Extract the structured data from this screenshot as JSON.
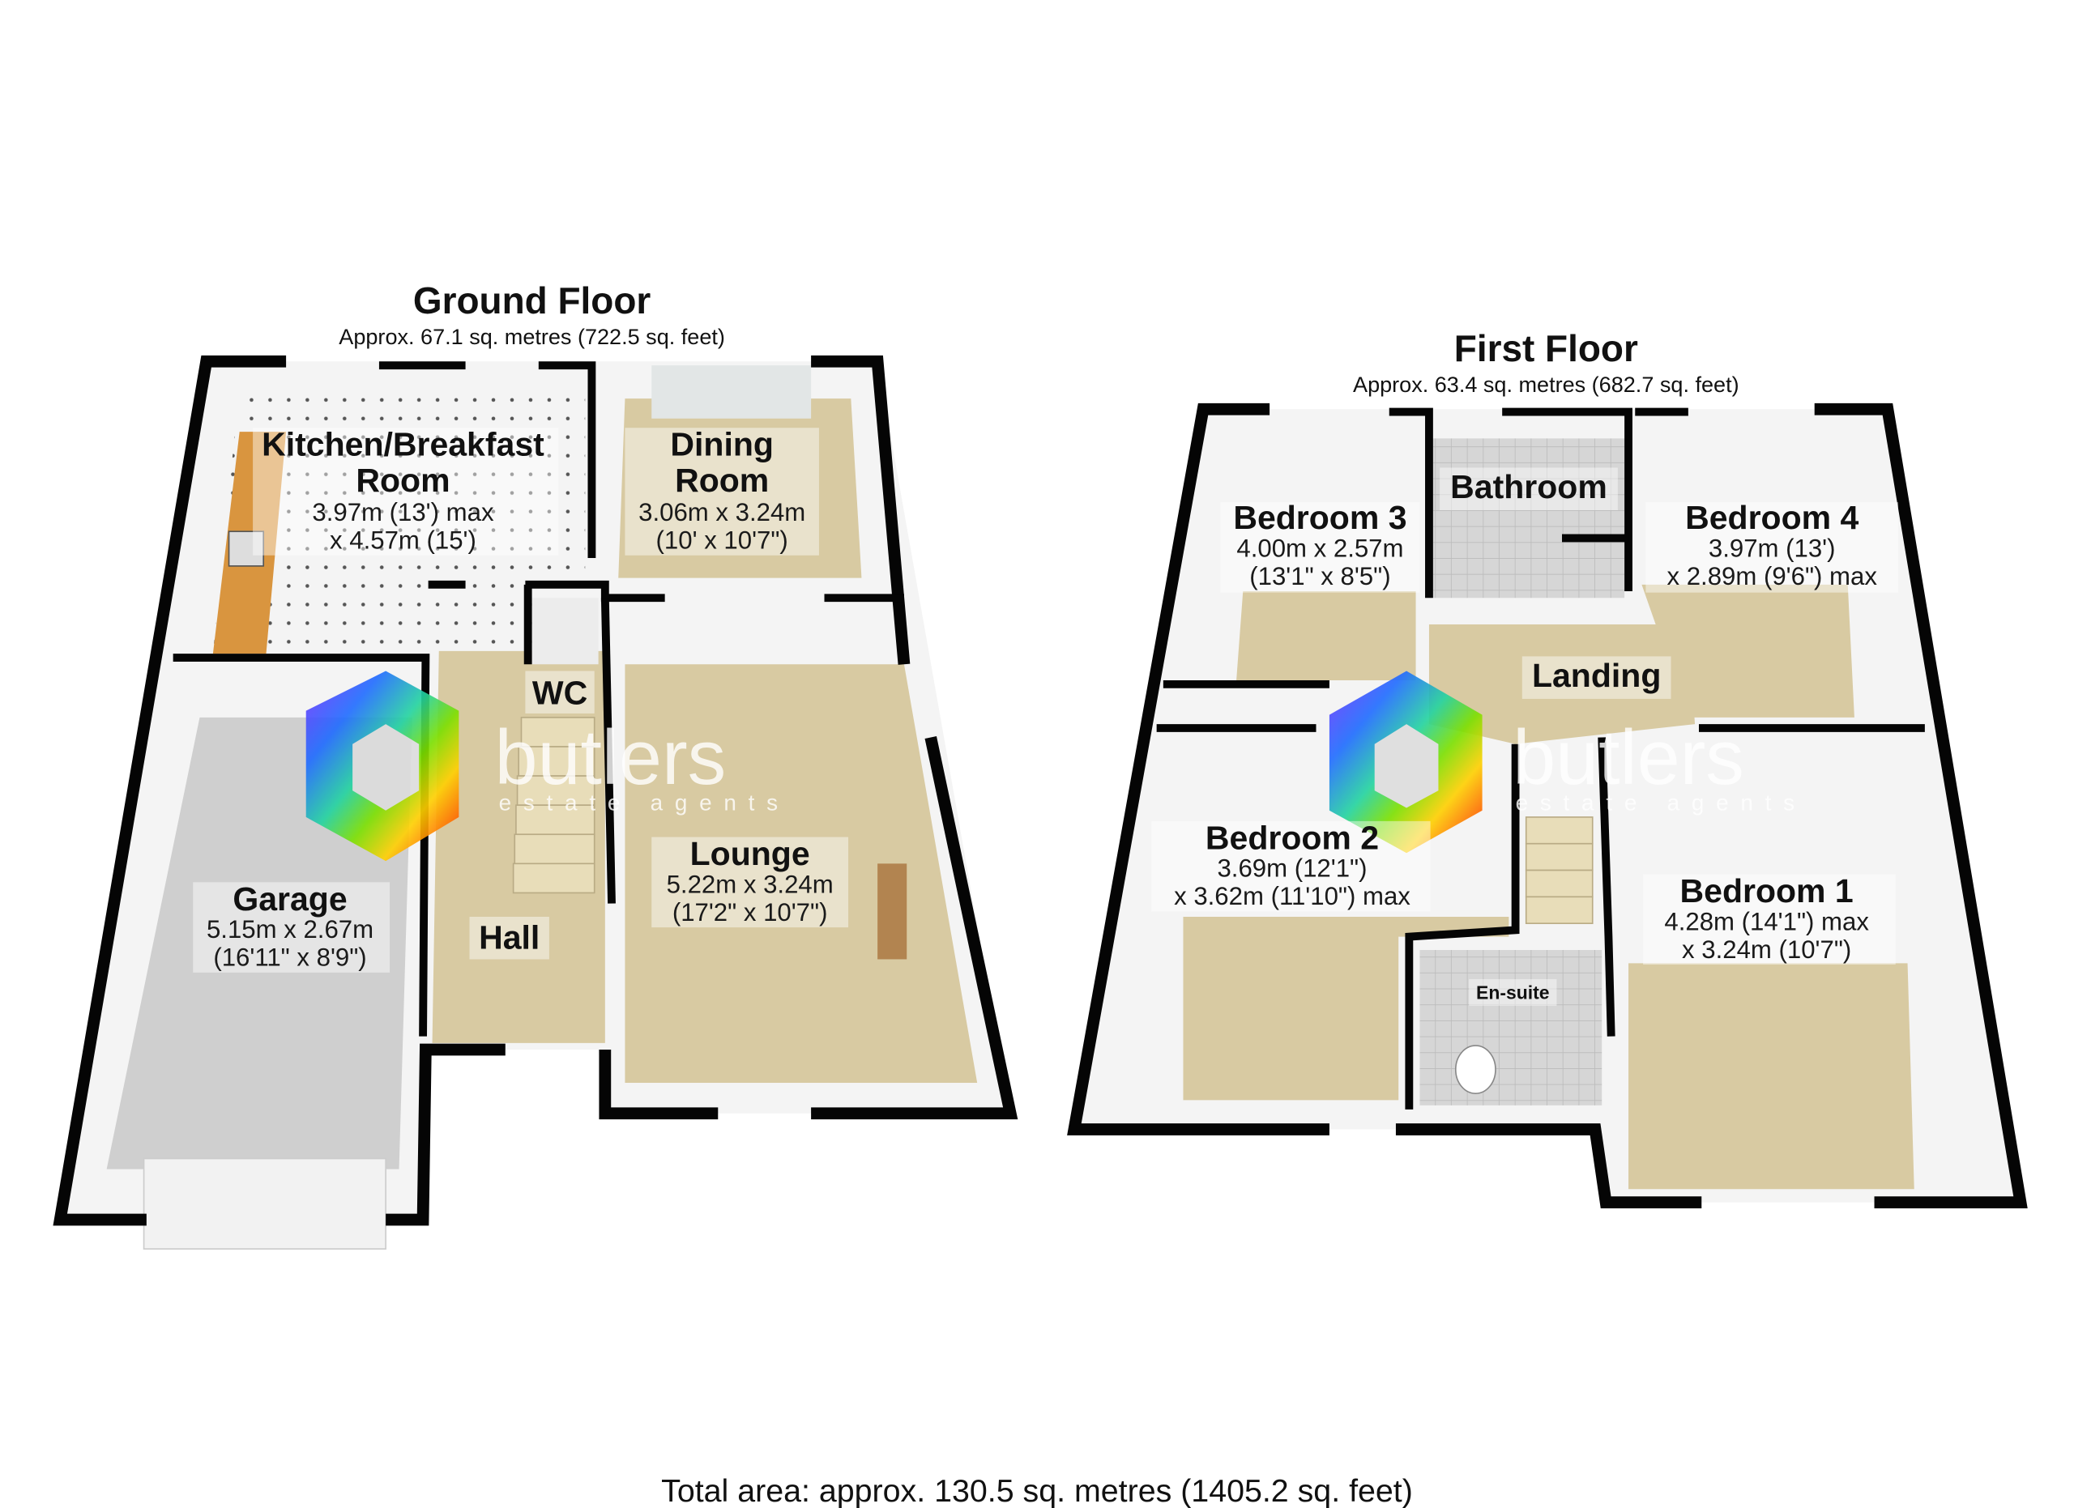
{
  "colors": {
    "wall": "#050505",
    "carpet": "#d8caa2",
    "tile": "#d9d9d9",
    "garage": "#cfcfcf",
    "kitchen_floor": "#f3f3f3",
    "worktop": "#d9953f"
  },
  "floors": [
    {
      "title": "Ground Floor",
      "area": "Approx. 67.1 sq. metres (722.5 sq. feet)",
      "rooms": [
        {
          "name": [
            "Kitchen/Breakfast",
            "Room"
          ],
          "dims": [
            "3.97m (13') max",
            "x 4.57m (15')"
          ]
        },
        {
          "name": [
            "Dining",
            "Room"
          ],
          "dims": [
            "3.06m x 3.24m",
            "(10' x 10'7\")"
          ]
        },
        {
          "name": [
            "WC"
          ],
          "dims": []
        },
        {
          "name": [
            "Lounge"
          ],
          "dims": [
            "5.22m x 3.24m",
            "(17'2\" x 10'7\")"
          ]
        },
        {
          "name": [
            "Garage"
          ],
          "dims": [
            "5.15m x 2.67m",
            "(16'11\" x 8'9\")"
          ]
        },
        {
          "name": [
            "Hall"
          ],
          "dims": []
        }
      ]
    },
    {
      "title": "First Floor",
      "area": "Approx. 63.4 sq. metres (682.7 sq. feet)",
      "rooms": [
        {
          "name": [
            "Bedroom 3"
          ],
          "dims": [
            "4.00m x 2.57m",
            "(13'1\" x 8'5\")"
          ]
        },
        {
          "name": [
            "Bathroom"
          ],
          "dims": []
        },
        {
          "name": [
            "Bedroom 4"
          ],
          "dims": [
            "3.97m (13')",
            "x 2.89m (9'6\") max"
          ]
        },
        {
          "name": [
            "Landing"
          ],
          "dims": []
        },
        {
          "name": [
            "Bedroom 2"
          ],
          "dims": [
            "3.69m (12'1\")",
            "x 3.62m (11'10\") max"
          ]
        },
        {
          "name": [
            "Bedroom 1"
          ],
          "dims": [
            "4.28m (14'1\") max",
            "x 3.24m (10'7\")"
          ]
        },
        {
          "name": [
            "En-suite"
          ],
          "dims": []
        }
      ]
    }
  ],
  "total_area": "Total area: approx. 130.5 sq. metres (1405.2 sq. feet)",
  "watermark": {
    "brand": "butlers",
    "tagline": "estate agents"
  }
}
